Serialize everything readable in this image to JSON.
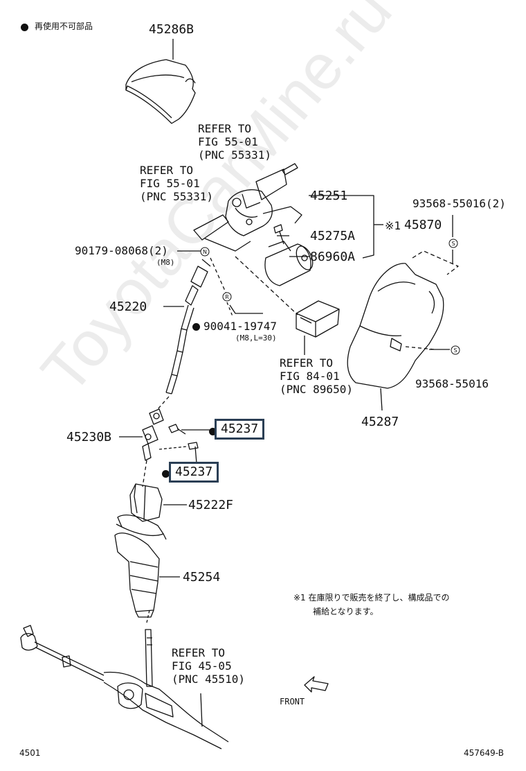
{
  "legend": {
    "text": "再使用不可部品"
  },
  "watermark": "ToyotaCarMine.ru",
  "parts": {
    "p45286B": "45286B",
    "p45251": "45251",
    "p45275A": "45275A",
    "p86960A": "86960A",
    "p45870": "45870",
    "p93568_2": "93568-55016(2)",
    "p93568": "93568-55016",
    "p90179": "90179-08068(2)",
    "p90179_sub": "(M8)",
    "p45220": "45220",
    "p90041": "90041-19747",
    "p90041_sub": "(M8,L=30)",
    "p45287": "45287",
    "p45230B": "45230B",
    "p45237a": "45237",
    "p45237b": "45237",
    "p45222F": "45222F",
    "p45254": "45254"
  },
  "refs": {
    "r1": [
      "REFER TO",
      "FIG 55-01",
      "(PNC 55331)"
    ],
    "r2": [
      "REFER TO",
      "FIG 55-01",
      "(PNC 55331)"
    ],
    "r3": [
      "REFER TO",
      "FIG 84-01",
      "(PNC 89650)"
    ],
    "r4": [
      "REFER TO",
      "FIG 45-05",
      "(PNC 45510)"
    ]
  },
  "note": {
    "mark": "※1",
    "line1": "※1 在庫限りで販売を終了し、構成品での",
    "line2": "補給となります。"
  },
  "front": "FRONT",
  "footer": {
    "left": "4501",
    "right": "457649-B"
  },
  "colors": {
    "line": "#111111",
    "box_border": "#2b3f55",
    "watermark": "#969696"
  }
}
